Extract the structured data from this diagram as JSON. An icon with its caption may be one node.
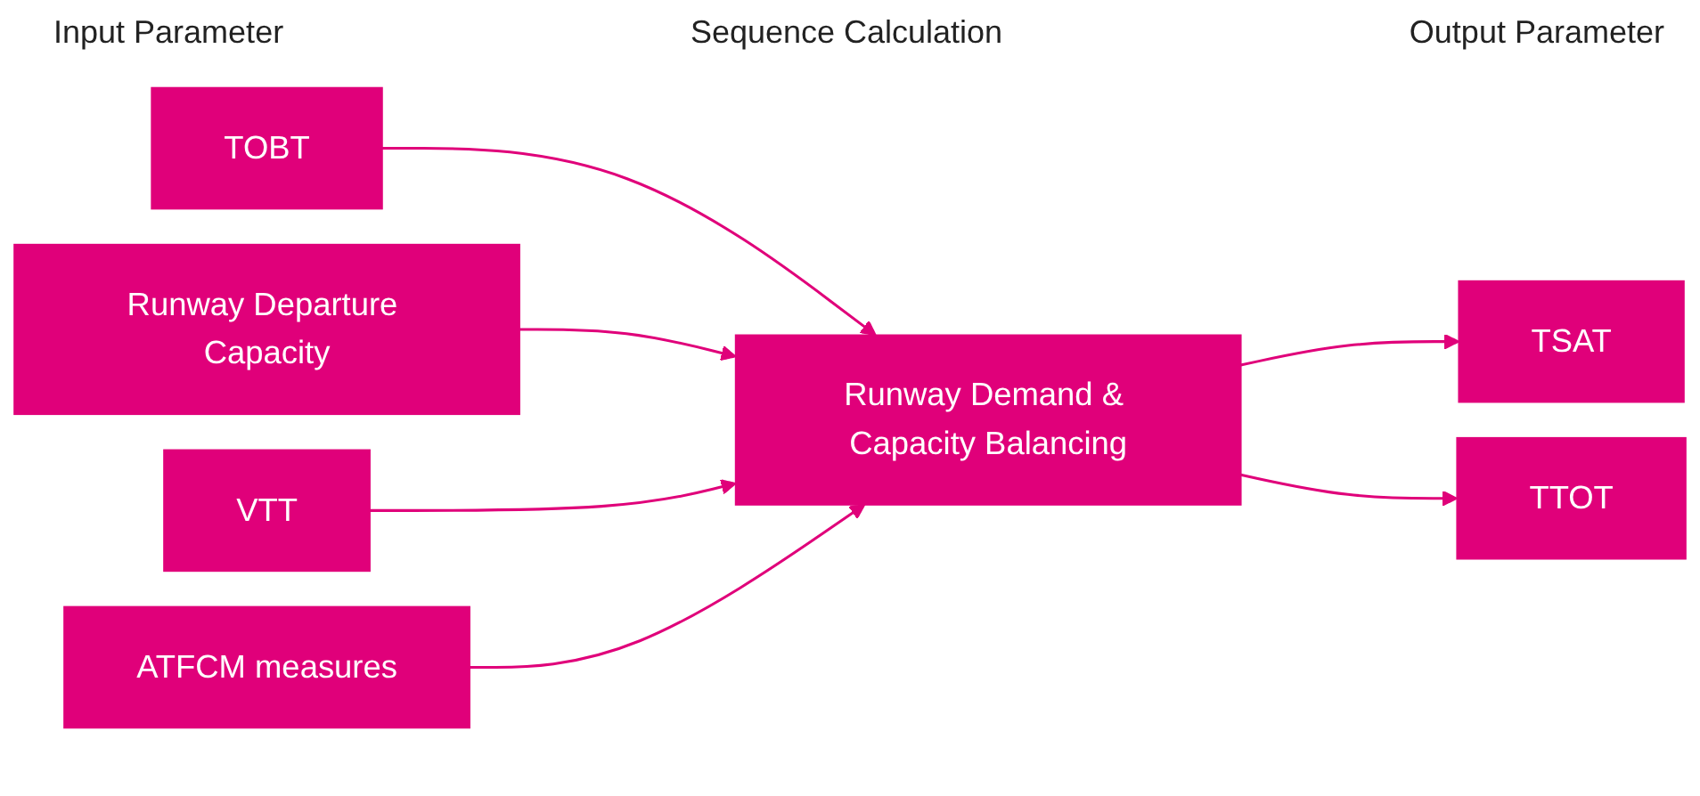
{
  "diagram": {
    "nodes": [
      {
        "text": [
          "TOBT"
        ]
      },
      {
        "text": [
          "Runway Departure Capacity"
        ]
      },
      {
        "text": [
          "VTT"
        ]
      },
      {
        "text": [
          "ATFCM measures"
        ]
      },
      {
        "text": [
          "Runway Demand & Capacity Balancing"
        ]
      },
      {
        "text": [
          "TSAT"
        ]
      },
      {
        "text": [
          "TTOT"
        ]
      }
    ],
    "edges": [
      {
        "from": 0,
        "to": 4,
        "arrow": "to"
      },
      {
        "from": 1,
        "to": 4,
        "arrow": "to"
      },
      {
        "from": 2,
        "to": 4,
        "arrow": "to"
      },
      {
        "from": 3,
        "to": 4,
        "arrow": "to"
      },
      {
        "from": 4,
        "to": 5,
        "arrow": "to"
      },
      {
        "from": 4,
        "to": 6,
        "arrow": "to"
      }
    ],
    "labels": [
      "Input Parameter",
      "Sequence Calculation",
      "Output Parameter"
    ]
  }
}
